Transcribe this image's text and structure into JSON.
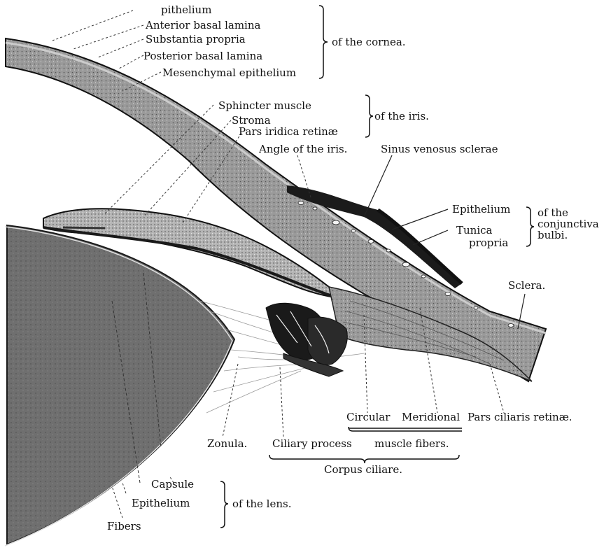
{
  "figure": {
    "cornea_layers": [
      "pithelium",
      "Anterior basal lamina",
      "Substantia propria",
      "Posterior basal lamina",
      "Mesenchymal epithelium"
    ],
    "cornea_group": "of the cornea.",
    "iris_parts": [
      "Sphincter muscle",
      "Stroma",
      "Pars iridica retinæ"
    ],
    "iris_group": "of the iris.",
    "angle_iris": "Angle of the iris.",
    "sinus": "Sinus venosus sclerae",
    "conjunctiva_parts": [
      "Epithelium",
      "Tunica",
      "propria"
    ],
    "conjunctiva_group": [
      "of the",
      "conjunctiva",
      "bulbi."
    ],
    "sclera": "Sclera.",
    "ciliary_labels": {
      "circular": "Circular",
      "meridional": "Meridional",
      "pars_ciliaris": "Pars ciliaris retinæ.",
      "zonula": "Zonula.",
      "ciliary_process": "Ciliary process",
      "muscle_fibers": "muscle fibers.",
      "corpus": "Corpus ciliare."
    },
    "lens_parts": [
      "Capsule",
      "Epithelium",
      "Fibers"
    ],
    "lens_group": "of the lens."
  },
  "colors": {
    "tissue": "#8f8f8f",
    "lens": "#6e6e6e",
    "epithelium": "#141414",
    "line": "#222222"
  }
}
